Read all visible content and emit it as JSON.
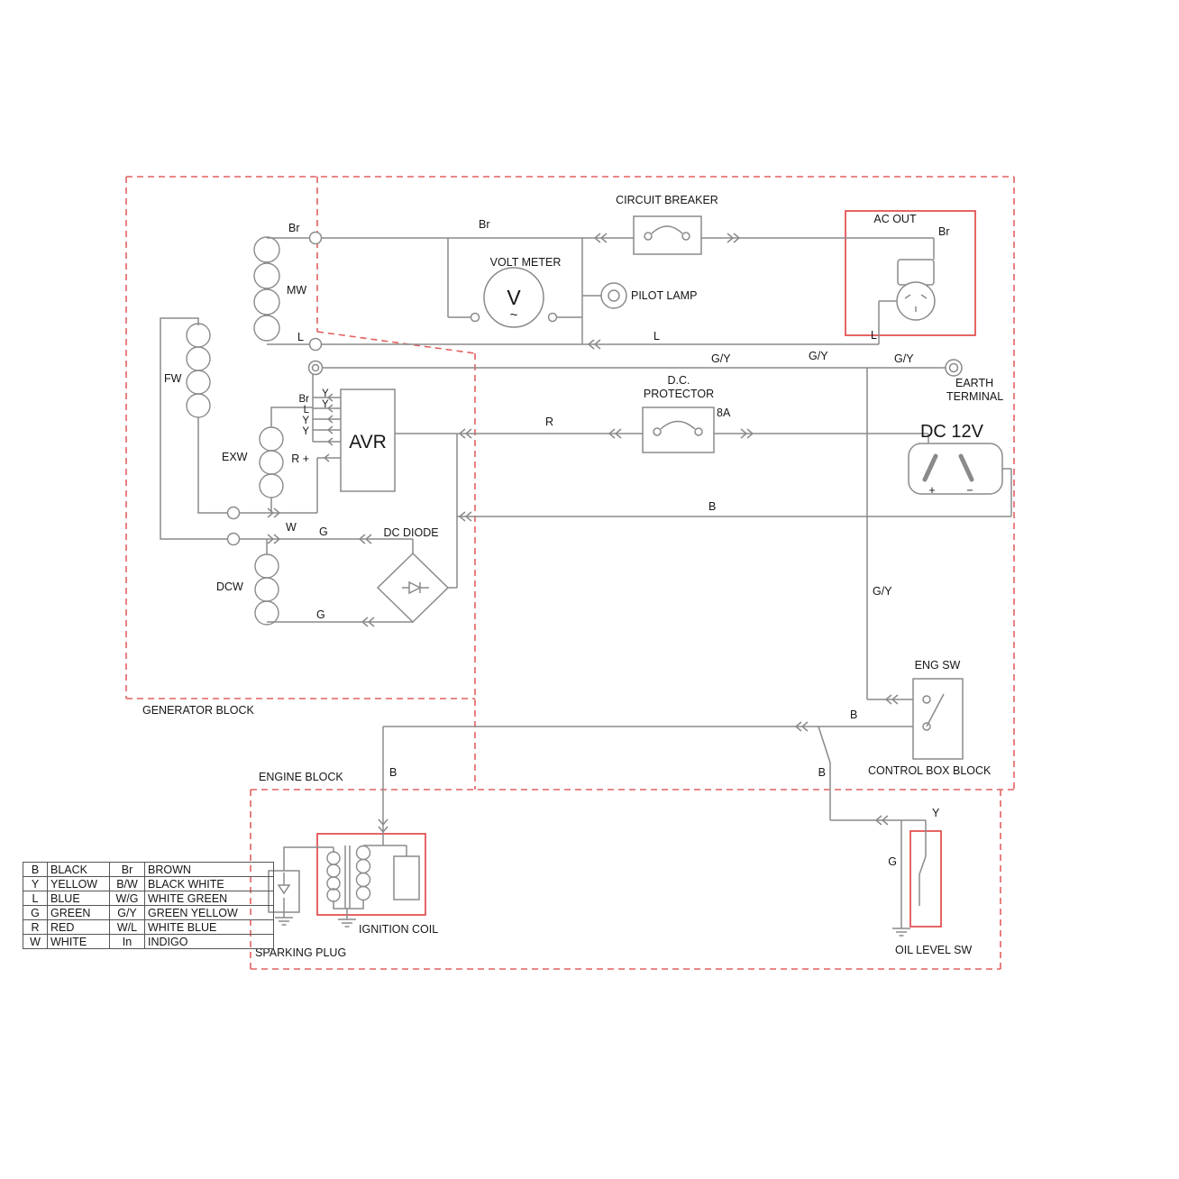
{
  "labels": {
    "circuit_breaker": "CIRCUIT BREAKER",
    "volt_meter": "VOLT METER",
    "volt_v": "V",
    "volt_wave": "~",
    "pilot_lamp": "PILOT LAMP",
    "ac_out": "AC OUT",
    "earth1": "EARTH",
    "earth2": "TERMINAL",
    "dcp1": "D.C.",
    "dcp2": "PROTECTOR",
    "dcp_rating": "8A",
    "dc12v": "DC 12V",
    "plus": "+",
    "minus": "−",
    "avr": "AVR",
    "dc_diode": "DC DIODE",
    "eng_sw": "ENG SW",
    "ignition_coil": "IGNITION COIL",
    "sparking_plug": "SPARKING PLUG",
    "oil_level_sw": "OIL LEVEL SW",
    "generator_block": "GENERATOR BLOCK",
    "engine_block": "ENGINE BLOCK",
    "control_box_block": "CONTROL BOX BLOCK",
    "fw": "FW",
    "mw": "MW",
    "exw": "EXW",
    "dcw": "DCW",
    "br1": "Br",
    "br2": "Br",
    "br3": "Br",
    "l1": "L",
    "l2": "L",
    "l3": "L",
    "gy1": "G/Y",
    "gy2": "G/Y",
    "gy3": "G/Y",
    "gy4": "G/Y",
    "r1": "R",
    "b1": "B",
    "b2": "B",
    "b3": "B",
    "b4": "B",
    "w1": "W",
    "g1": "G",
    "g2": "G",
    "g3": "G",
    "y1": "Y",
    "avr_br": "Br",
    "avr_l": "L",
    "avr_y1": "Y",
    "avr_y2": "Y",
    "avr_y3": "Y",
    "avr_y4": "Y",
    "avr_rplus": "R +"
  },
  "legend": {
    "rows": [
      [
        "B",
        "BLACK",
        "Br",
        "BROWN"
      ],
      [
        "Y",
        "YELLOW",
        "B/W",
        "BLACK WHITE"
      ],
      [
        "L",
        "BLUE",
        "W/G",
        "WHITE GREEN"
      ],
      [
        "G",
        "GREEN",
        "G/Y",
        "GREEN YELLOW"
      ],
      [
        "R",
        "RED",
        "W/L",
        "WHITE BLUE"
      ],
      [
        "W",
        "WHITE",
        "In",
        "INDIGO"
      ]
    ]
  },
  "colors": {
    "block_dashed_red": "#e26060",
    "component_box_red": "#e03e3e",
    "wire_gray": "#8a8a8a",
    "text": "#161616"
  }
}
